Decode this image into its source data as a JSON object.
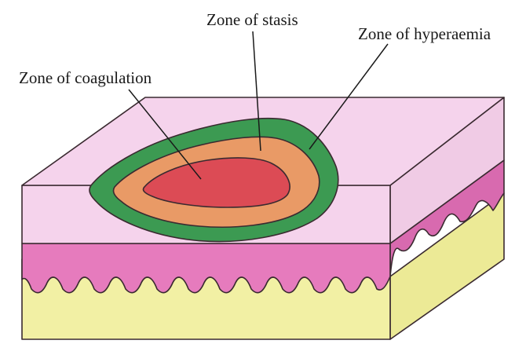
{
  "labels": {
    "stasis": "Zone of stasis",
    "hyperaemia": "Zone of hyperaemia",
    "coagulation": "Zone of coagulation"
  },
  "colors": {
    "epidermis_top": "#f5d3ec",
    "epidermis_side": "#f0cbe5",
    "dermal_layer": "#e67bbd",
    "dermal_side": "#d86aaf",
    "subcutaneous": "#f2f0a4",
    "subcutaneous_side": "#ecea96",
    "zone_hyperaemia": "#3c9a52",
    "zone_stasis": "#e99a66",
    "zone_coagulation": "#dc4b55"
  }
}
